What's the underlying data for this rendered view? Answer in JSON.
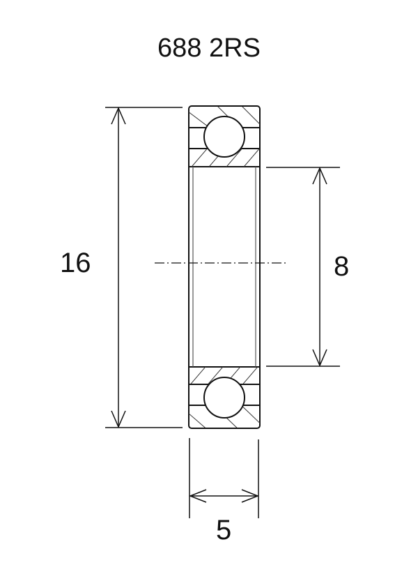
{
  "drawing": {
    "title": "688 2RS",
    "dimensions": {
      "outer_diameter": "16",
      "inner_diameter": "8",
      "width": "5"
    }
  }
}
